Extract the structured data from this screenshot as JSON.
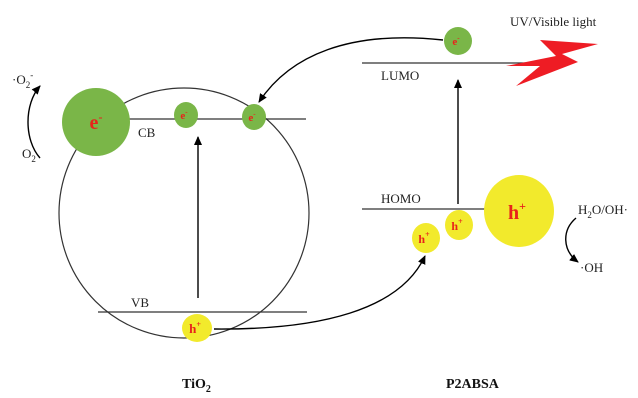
{
  "tio2": {
    "title": "TiO",
    "title_sub": "2",
    "cb_label": "CB",
    "vb_label": "VB",
    "electron": "e",
    "electron_sup": "-",
    "hole": "h",
    "hole_sup": "+"
  },
  "p2absa": {
    "title": "P2ABSA",
    "lumo_label": "LUMO",
    "homo_label": "HOMO",
    "electron": "e",
    "electron_sup": "-",
    "hole": "h",
    "hole_sup": "+"
  },
  "light": {
    "label": "UV/Visible light"
  },
  "reactions": {
    "superoxide_prefix": "·O",
    "superoxide_sub": "2",
    "superoxide_sup": "-",
    "oxygen": "O",
    "oxygen_sub": "2",
    "water": "H",
    "water_sub": "2",
    "water_rest": "O/OH·",
    "hydroxyl": "·OH"
  },
  "colors": {
    "electron_fill": "#7ab648",
    "hole_fill": "#f2ea2c",
    "carrier_text": "#e8231b",
    "lightning": "#ee1c24"
  }
}
